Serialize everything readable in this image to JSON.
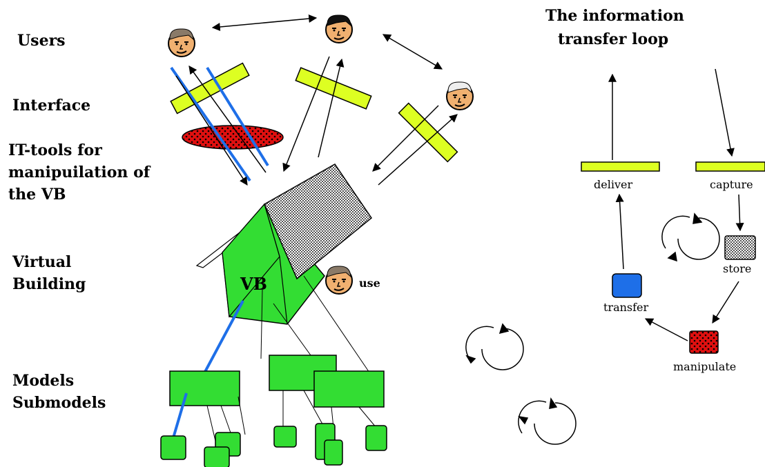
{
  "left_labels": {
    "users": "Users",
    "interface": "Interface",
    "it_tools_line1": "IT-tools for",
    "it_tools_line2": "manipuilation of",
    "it_tools_line3": "the VB",
    "virtual_line1": "Virtual",
    "virtual_line2": "Building",
    "models_line1": "Models",
    "models_line2": "Submodels"
  },
  "house_label": "VB",
  "use_label": "use",
  "loop": {
    "title_line1": "The information",
    "title_line2": "transfer loop",
    "deliver": "deliver",
    "capture": "capture",
    "store": "store",
    "transfer": "transfer",
    "manipulate": "manipulate"
  },
  "colors": {
    "green": "#33dd33",
    "yellow_green": "#ddff22",
    "blue": "#1e6fe8",
    "red": "#e01010",
    "gray": "#888888",
    "skin": "#f0b070"
  }
}
